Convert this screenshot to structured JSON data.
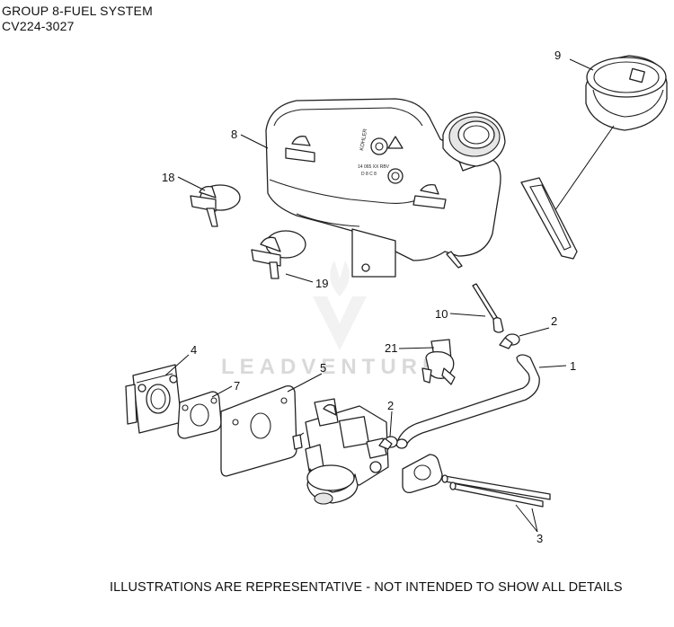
{
  "header": {
    "line1": "GROUP 8-FUEL SYSTEM",
    "line2": "CV224-3027"
  },
  "watermark": "LEADVENTURE",
  "footer": "ILLUSTRATIONS ARE REPRESENTATIVE - NOT INTENDED TO SHOW ALL DETAILS",
  "tank_markings": {
    "brand": "KOHLER",
    "code_line1": "14 065 XX RBV",
    "code_line2": "D 8 C 8"
  },
  "callouts": [
    {
      "id": "9",
      "part": "fuel-cap"
    },
    {
      "id": "8",
      "part": "fuel-tank"
    },
    {
      "id": "18",
      "part": "mount"
    },
    {
      "id": "19",
      "part": "mount"
    },
    {
      "id": "10",
      "part": "screw"
    },
    {
      "id": "2",
      "part": "clamp"
    },
    {
      "id": "21",
      "part": "shut-off-valve"
    },
    {
      "id": "1",
      "part": "fuel-line"
    },
    {
      "id": "4",
      "part": "spacer"
    },
    {
      "id": "7",
      "part": "gasket"
    },
    {
      "id": "5",
      "part": "heat-shield"
    },
    {
      "id": "2",
      "part": "clamp"
    },
    {
      "id": "3",
      "part": "stud"
    }
  ]
}
